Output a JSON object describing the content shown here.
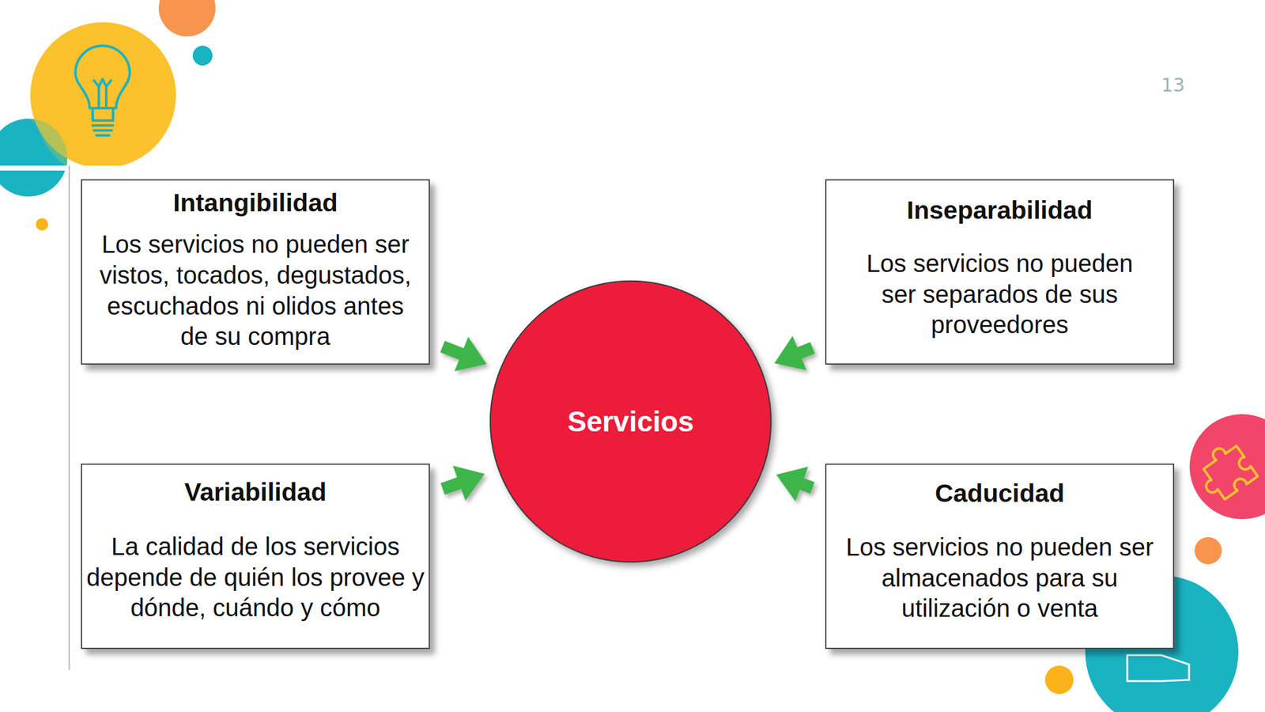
{
  "diagram": {
    "nodes": [
      {
        "text": [
          "Intangibilidad",
          "Los servicios no pueden ser vistos, tocados, degustados, escuchados ni olidos antes de su compra"
        ]
      },
      {
        "text": [
          "Inseparabilidad",
          "Los servicios no pueden ser separados de sus proveedores"
        ]
      },
      {
        "text": [
          "Servicios"
        ]
      },
      {
        "text": [
          "Variabilidad",
          "La calidad de los servicios depende de quién los provee y dónde, cuándo y cómo"
        ]
      },
      {
        "text": [
          "Caducidad",
          "Los servicios no pueden ser almacenados para su utilización o venta"
        ]
      }
    ],
    "edges": [
      {
        "from": 0,
        "to": 2,
        "arrow": "to"
      },
      {
        "from": 1,
        "to": 2,
        "arrow": "to"
      },
      {
        "from": 3,
        "to": 2,
        "arrow": "to"
      },
      {
        "from": 4,
        "to": 2,
        "arrow": "to"
      }
    ],
    "labels": [
      "13"
    ]
  }
}
